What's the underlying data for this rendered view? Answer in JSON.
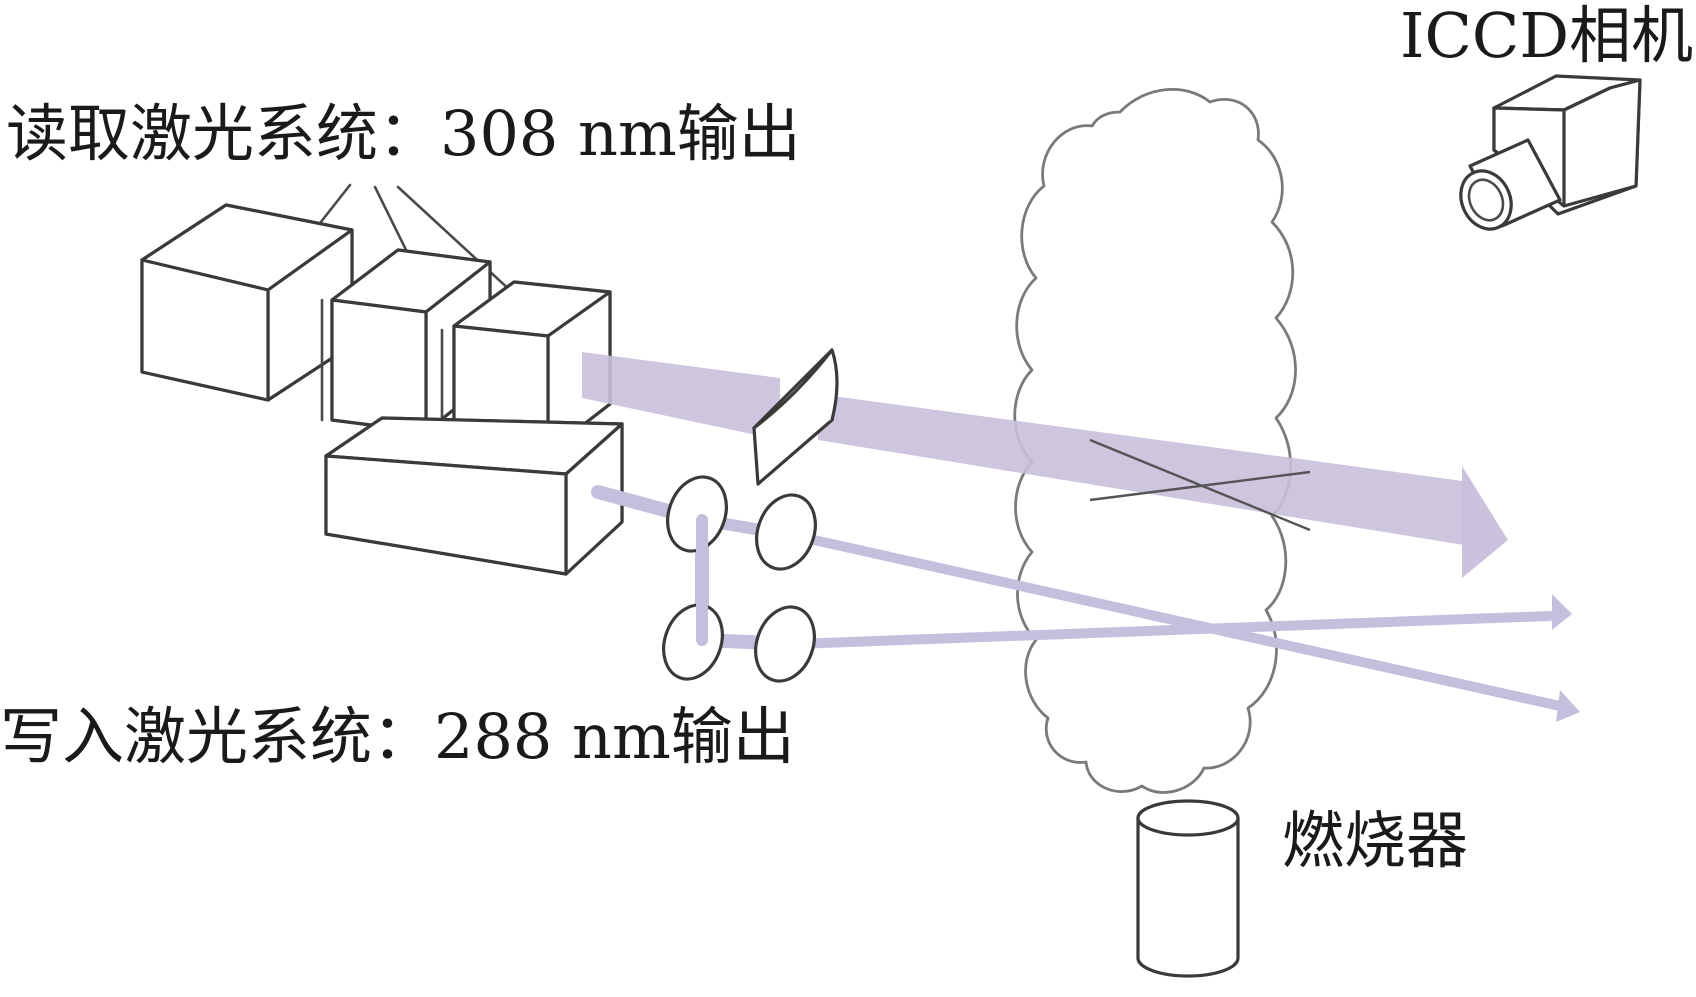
{
  "labels": {
    "read_laser": "读取激光系统：308 nm输出",
    "write_laser": "写入激光系统：288 nm输出",
    "camera": "ICCD相机",
    "burner": "燃烧器"
  },
  "colors": {
    "beam_read": "#c9bfdc",
    "beam_write": "#c6bedd",
    "outline": "#3a3a3a",
    "cloud_outline": "#7a7a7a",
    "text": "#1a1a1a"
  }
}
